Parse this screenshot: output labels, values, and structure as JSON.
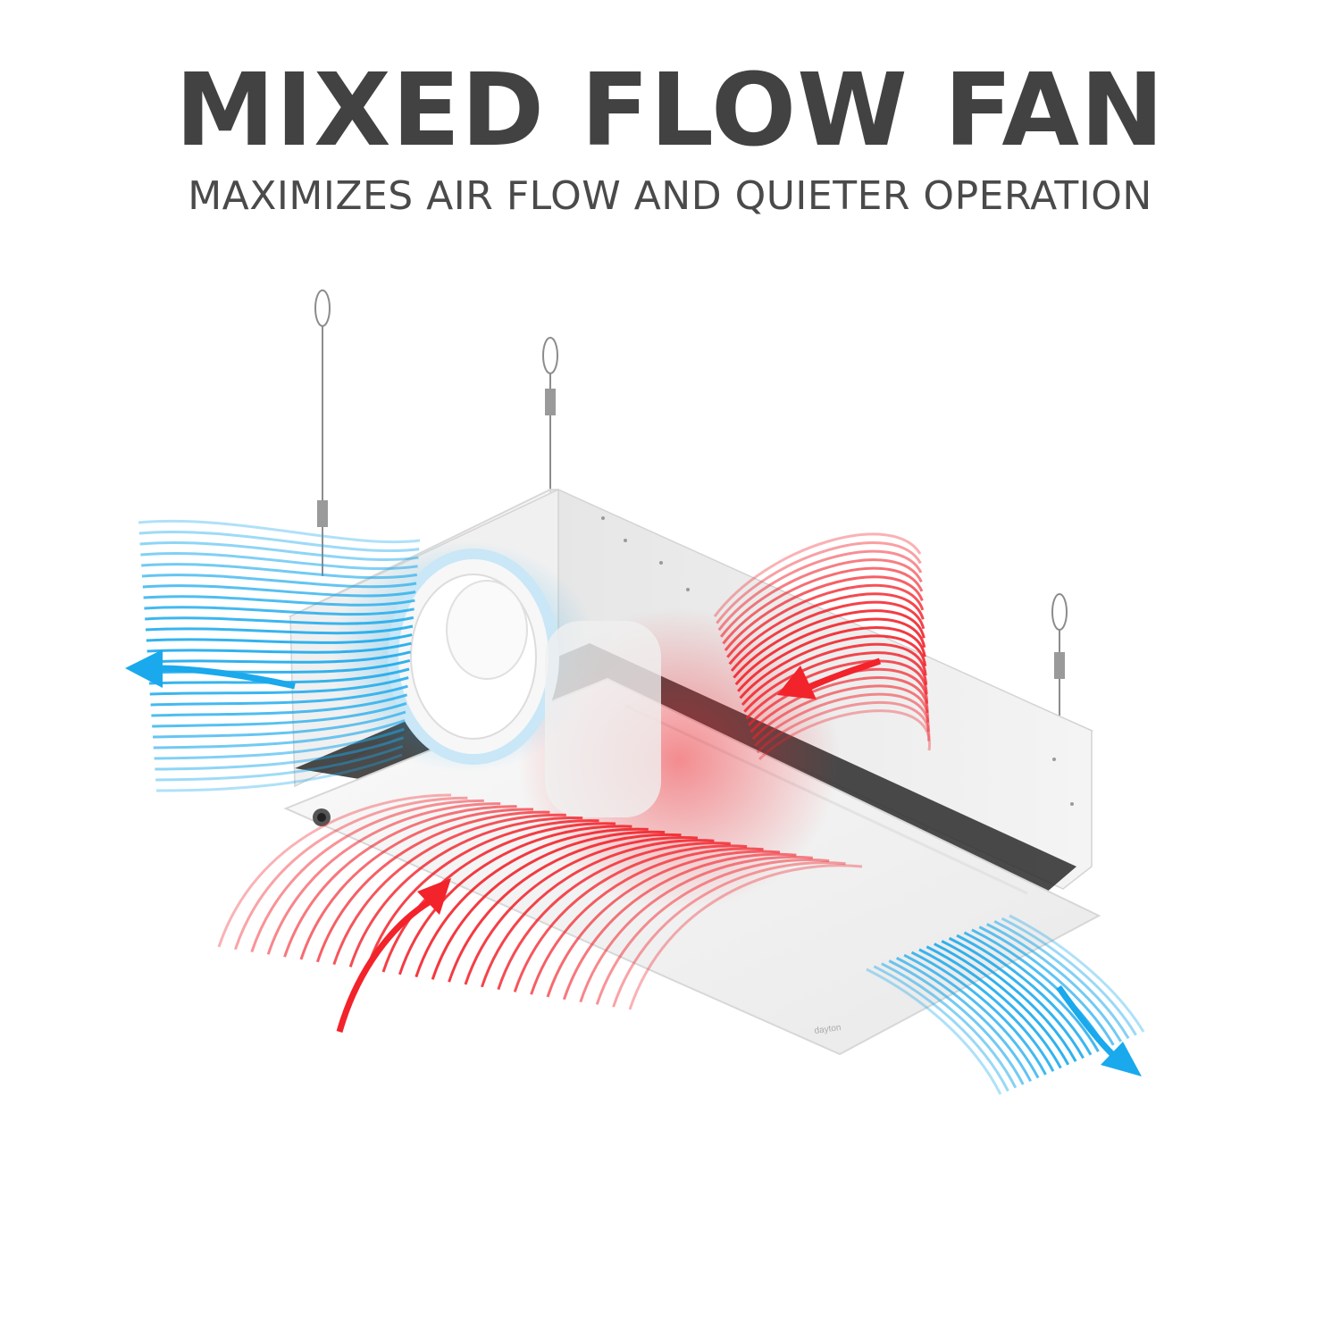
{
  "header": {
    "title": "MIXED FLOW FAN",
    "subtitle": "MAXIMIZES AIR FLOW AND QUIETER OPERATION"
  },
  "product": {
    "brand_mark": "dayton"
  },
  "colors": {
    "title": "#424242",
    "subtitle": "#4a4a4a",
    "exhaust_air": "#19a9ec",
    "intake_air": "#f2232b",
    "housing": "#eeeeee"
  },
  "airflow": [
    {
      "name": "exhaust-flow-left",
      "direction": "out",
      "color": "blue"
    },
    {
      "name": "intake-flow-right",
      "direction": "in",
      "color": "red"
    },
    {
      "name": "intake-flow-bottom",
      "direction": "in",
      "color": "red"
    },
    {
      "name": "exhaust-flow-bottom-right",
      "direction": "out",
      "color": "blue"
    }
  ]
}
